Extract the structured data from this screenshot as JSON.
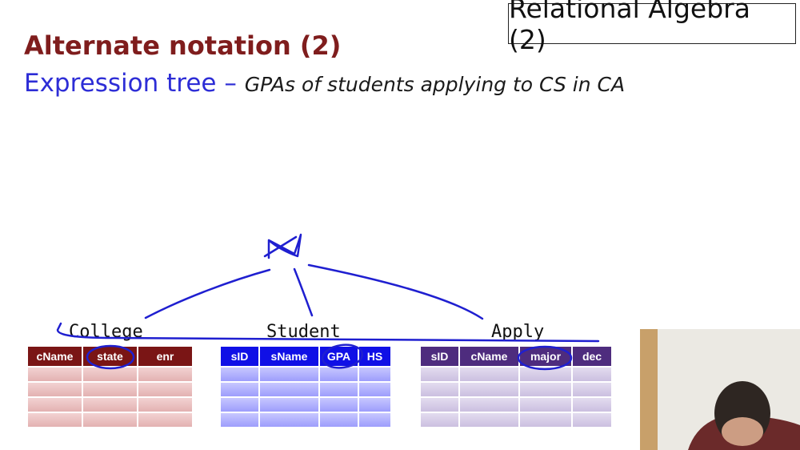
{
  "slide": {
    "title_box": "Relational Algebra (2)",
    "heading": "Alternate notation (2)",
    "subheading": "Expression tree –",
    "subheading_desc": "GPAs of students applying to CS in CA"
  },
  "relations": {
    "college": {
      "name": "College",
      "columns": [
        "cName",
        "state",
        "enr"
      ]
    },
    "student": {
      "name": "Student",
      "columns": [
        "sID",
        "sName",
        "GPA",
        "HS"
      ]
    },
    "apply": {
      "name": "Apply",
      "columns": [
        "sID",
        "cName",
        "major",
        "dec"
      ]
    }
  },
  "icons": [
    "join-symbol-icon"
  ],
  "colors": {
    "heading": "#7f1d1d",
    "subheading": "#2d2dd6",
    "ink": "#1f1fd0",
    "college_header": "#7a1515",
    "student_header": "#1010e6",
    "apply_header": "#4e2c7e"
  }
}
